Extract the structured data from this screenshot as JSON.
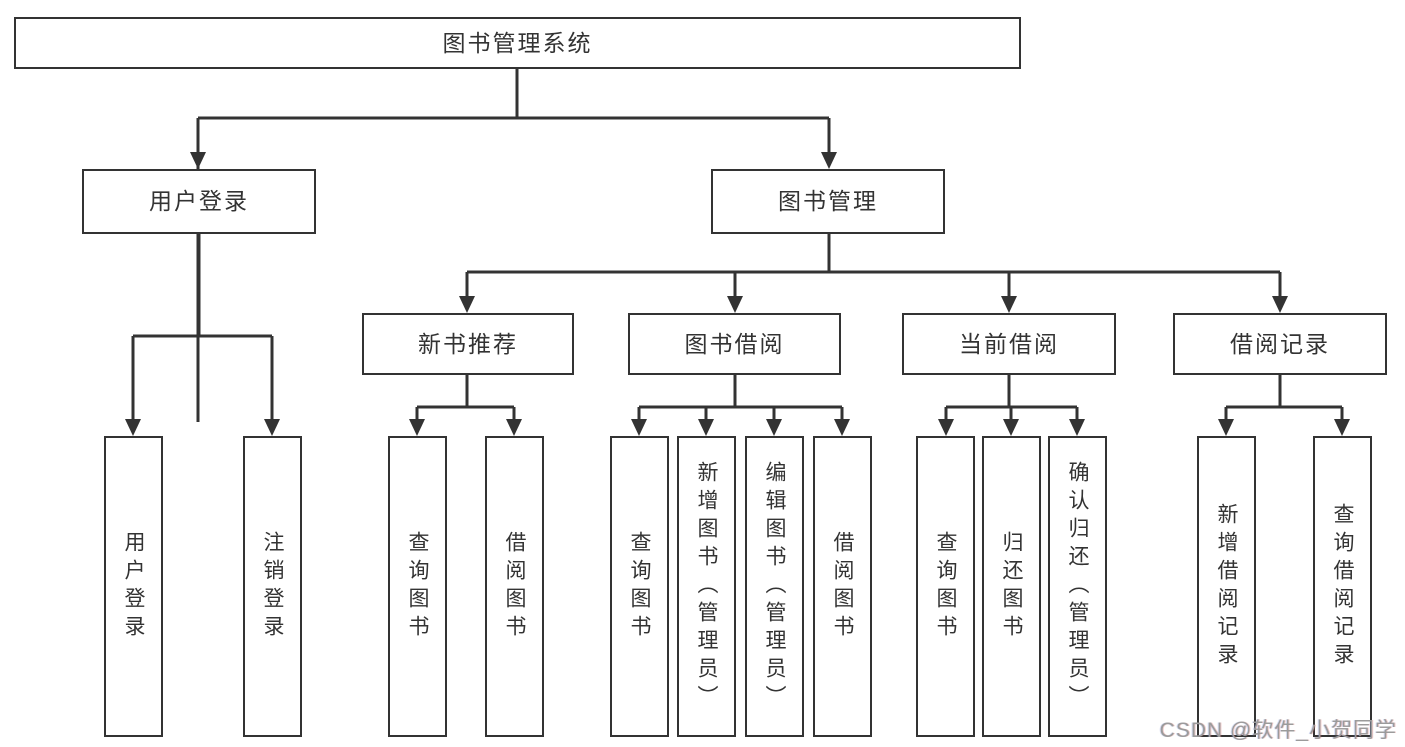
{
  "diagram_type": "hierarchy-tree",
  "colors": {
    "background": "#ffffff",
    "line": "#333333",
    "box_border": "#333333",
    "text": "#333333",
    "watermark_text": "#9b9b9b"
  },
  "tree": {
    "root": {
      "label": "图书管理系统",
      "children": [
        {
          "label": "用户登录",
          "children": [
            {
              "label": "用户登录"
            },
            {
              "label": "注销登录"
            }
          ]
        },
        {
          "label": "图书管理",
          "children": [
            {
              "label": "新书推荐",
              "children": [
                {
                  "label": "查询图书"
                },
                {
                  "label": "借阅图书"
                }
              ]
            },
            {
              "label": "图书借阅",
              "children": [
                {
                  "label": "查询图书"
                },
                {
                  "label": "新增图书（管理员）"
                },
                {
                  "label": "编辑图书（管理员）"
                },
                {
                  "label": "借阅图书"
                }
              ]
            },
            {
              "label": "当前借阅",
              "children": [
                {
                  "label": "查询图书"
                },
                {
                  "label": "归还图书"
                },
                {
                  "label": "确认归还（管理员）"
                }
              ]
            },
            {
              "label": "借阅记录",
              "children": [
                {
                  "label": "新增借阅记录"
                },
                {
                  "label": "查询借阅记录"
                }
              ]
            }
          ]
        }
      ]
    }
  },
  "watermark": {
    "text": "CSDN @软件_小贺同学"
  }
}
